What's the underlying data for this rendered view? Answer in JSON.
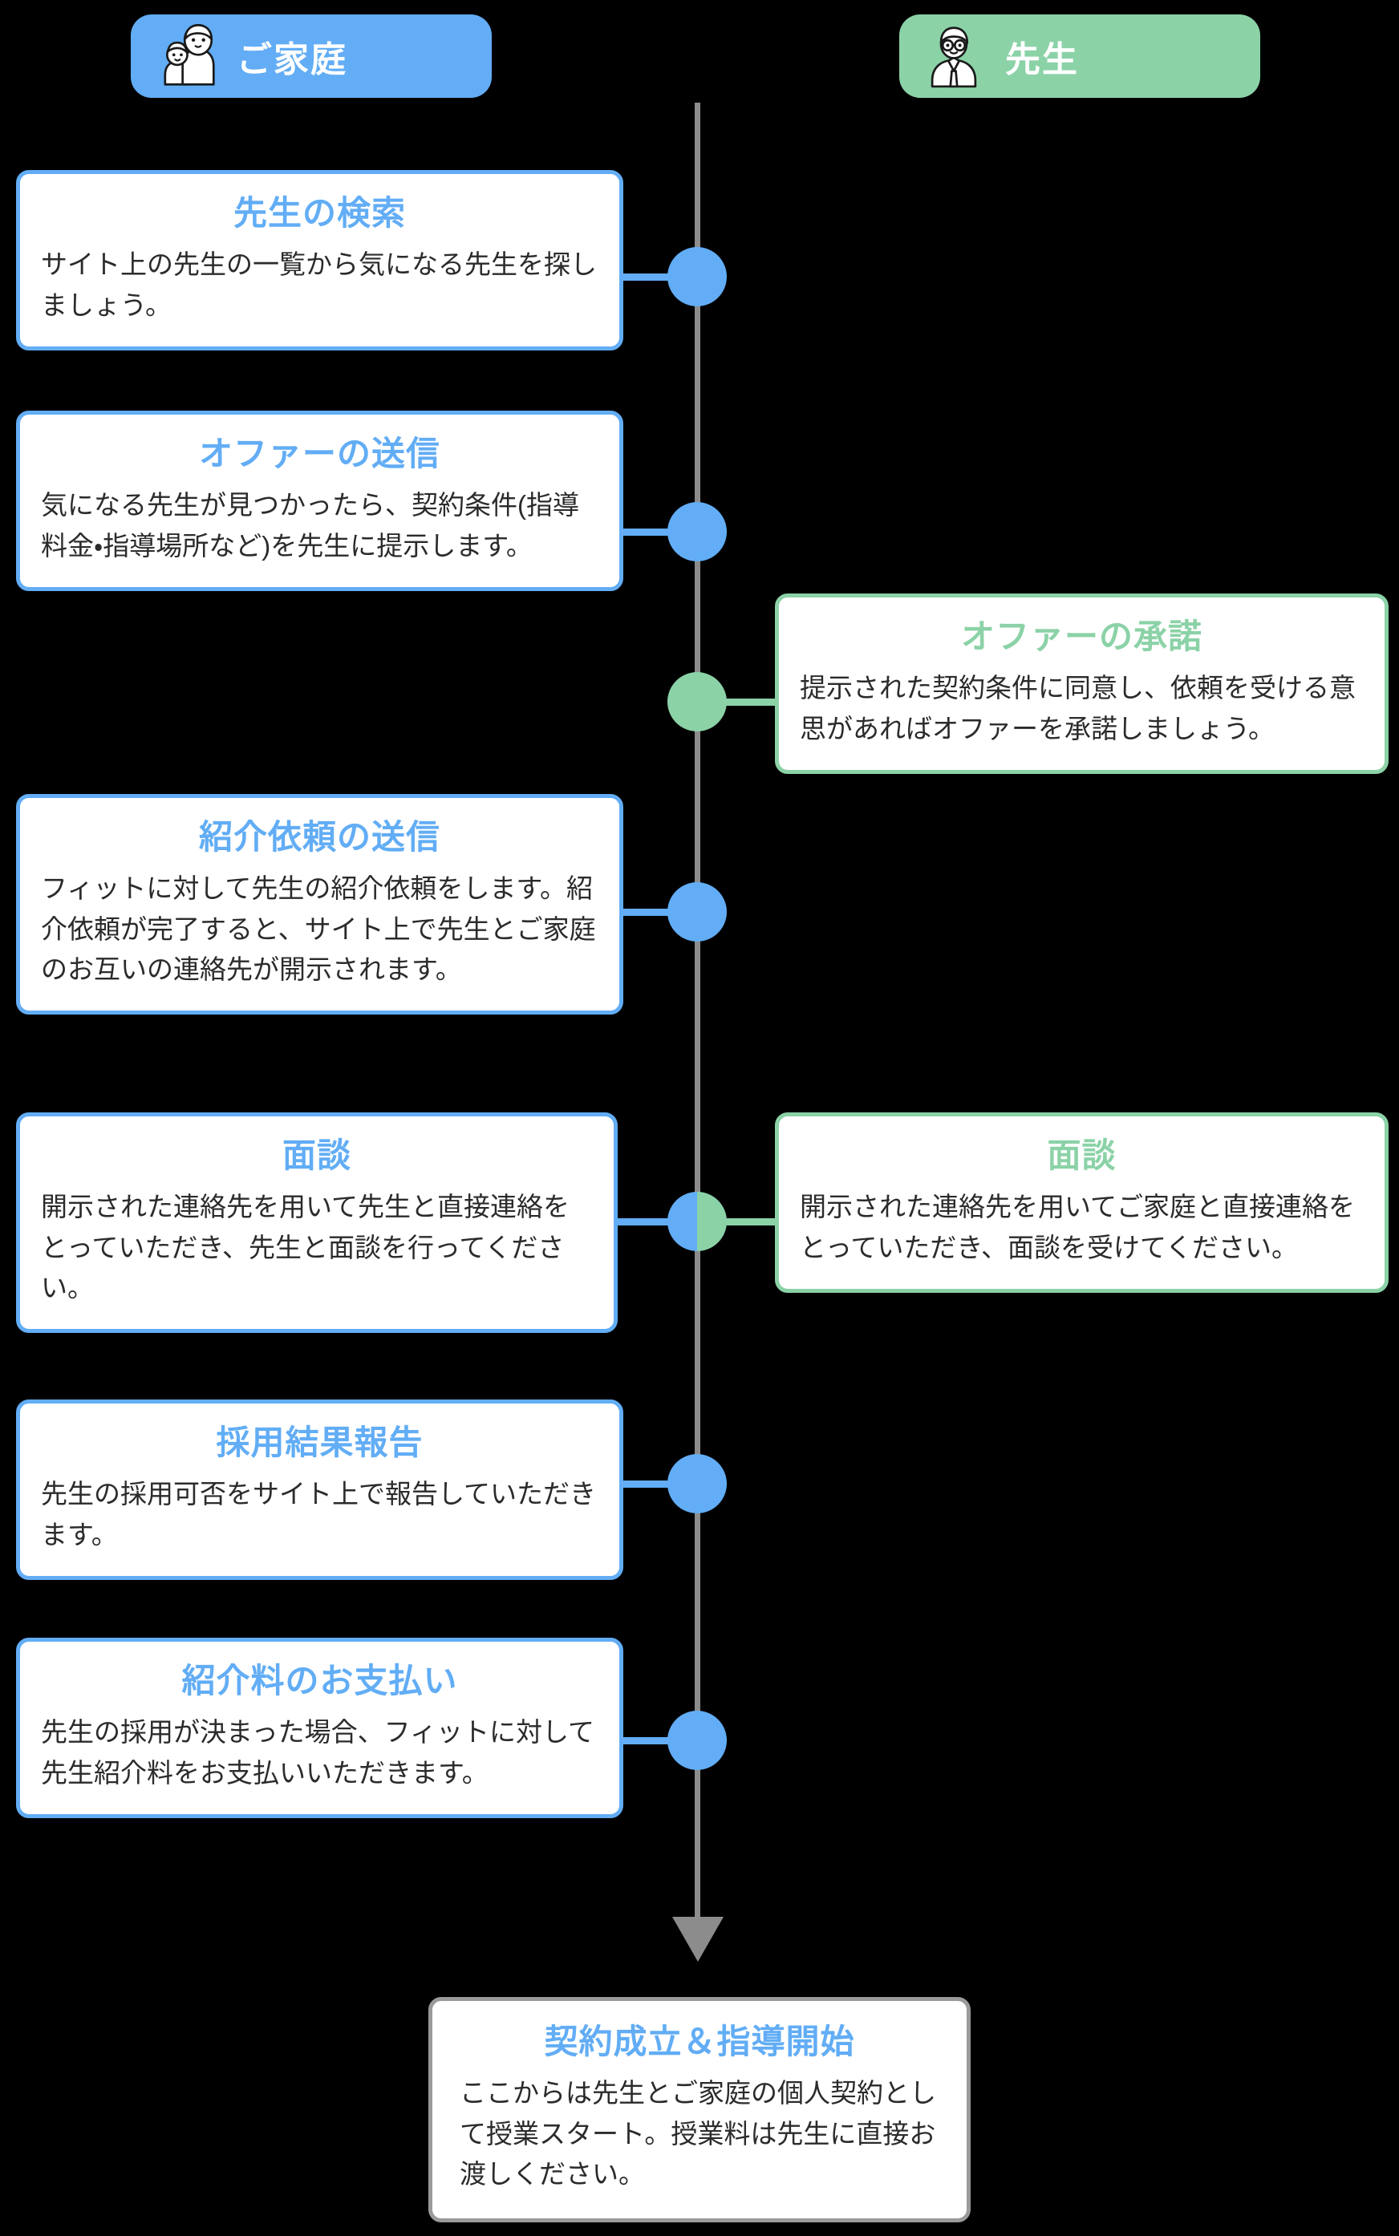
{
  "headers": {
    "family": {
      "label": "ご家庭",
      "icon": "family-icon",
      "color": "#62ADF5"
    },
    "teacher": {
      "label": "先生",
      "icon": "teacher-icon",
      "color": "#8BD2A7"
    }
  },
  "colors": {
    "family_accent": "#62ADF5",
    "teacher_accent": "#8BD2A7",
    "spine": "#8C8C8C",
    "final_accent": "#9A9A9A",
    "card_background": "#FFFFFF",
    "page_background": "#000000",
    "body_text": "#2B2B2B"
  },
  "steps": [
    {
      "id": "search-teacher",
      "side": "family",
      "title": "先生の検索",
      "body": "サイト上の先生の一覧から気になる先生を探しましょう。"
    },
    {
      "id": "send-offer",
      "side": "family",
      "title": "オファーの送信",
      "body": "気になる先生が見つかったら、契約条件(指導料金・指導場所など)を先生に提示します。"
    },
    {
      "id": "accept-offer",
      "side": "teacher",
      "title": "オファーの承諾",
      "body": "提示された契約条件に同意し、依頼を受ける意思があればオファーを承諾しましょう。"
    },
    {
      "id": "send-referral-request",
      "side": "family",
      "title": "紹介依頼の送信",
      "body": "フィットに対して先生の紹介依頼をします。紹介依頼が完了すると、サイト上で先生とご家庭のお互いの連絡先が開示されます。"
    },
    {
      "id": "interview-family",
      "side": "family",
      "title": "面談",
      "body": "開示された連絡先を用いて先生と直接連絡をとっていただき、先生と面談を行ってください。"
    },
    {
      "id": "interview-teacher",
      "side": "teacher",
      "title": "面談",
      "body": "開示された連絡先を用いてご家庭と直接連絡をとっていただき、面談を受けてください。"
    },
    {
      "id": "report-hiring-result",
      "side": "family",
      "title": "採用結果報告",
      "body": "先生の採用可否をサイト上で報告していただきます。"
    },
    {
      "id": "pay-referral-fee",
      "side": "family",
      "title": "紹介料のお支払い",
      "body": "先生の採用が決まった場合、フィットに対して先生紹介料をお支払いいただきます。"
    }
  ],
  "final": {
    "title": "契約成立＆指導開始",
    "body": "ここからは先生とご家庭の個人契約として授業スタート。授業料は先生に直接お渡しください。"
  }
}
